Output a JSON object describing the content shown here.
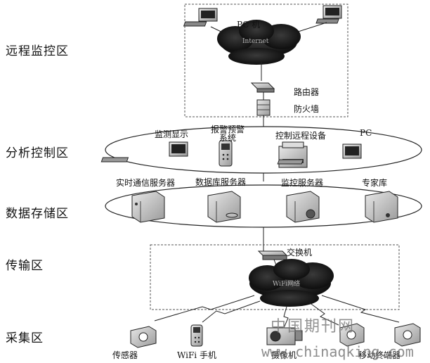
{
  "zones": {
    "remote": "远程监控区",
    "analysis": "分析控制区",
    "storage": "数据存储区",
    "transport": "传输区",
    "collection": "采集区"
  },
  "remote": {
    "pc_label": "PC 机",
    "cloud_label": "Internet",
    "router_label": "路由器",
    "firewall_label": "防火墙"
  },
  "analysis": {
    "items": [
      "监测显示",
      "报警预警\n系统",
      "控制远程设备",
      "PC"
    ]
  },
  "storage": {
    "items": [
      "实时通信服务器",
      "数据库服务器",
      "监控服务器",
      "专家库"
    ]
  },
  "transport": {
    "switch_label": "交换机",
    "cloud_label": "WiFi网络"
  },
  "collection": {
    "items": [
      "传感器",
      "WiFi 手机",
      "摄像机",
      "",
      "移动终端器"
    ]
  },
  "watermark": {
    "cn": "中国期刊网",
    "en": "www.chinaqking.com"
  }
}
